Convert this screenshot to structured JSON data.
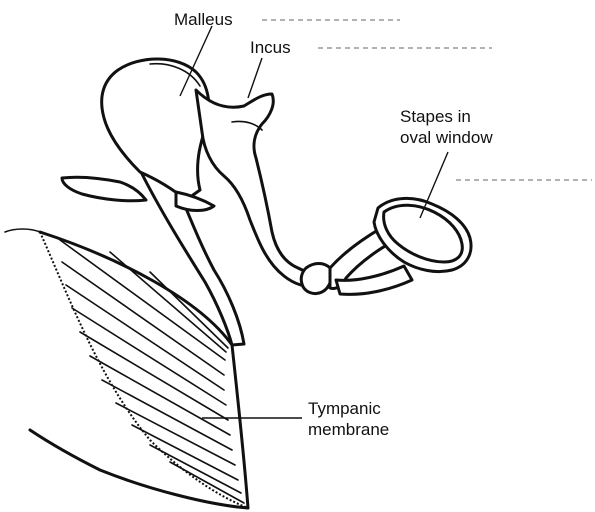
{
  "labels": {
    "malleus": "Malleus",
    "incus": "Incus",
    "stapes": "Stapes in\noval window",
    "tympanic": "Tympanic\nmembrane"
  },
  "colors": {
    "ink": "#111111",
    "paper": "#ffffff",
    "dashes": "#666666"
  }
}
